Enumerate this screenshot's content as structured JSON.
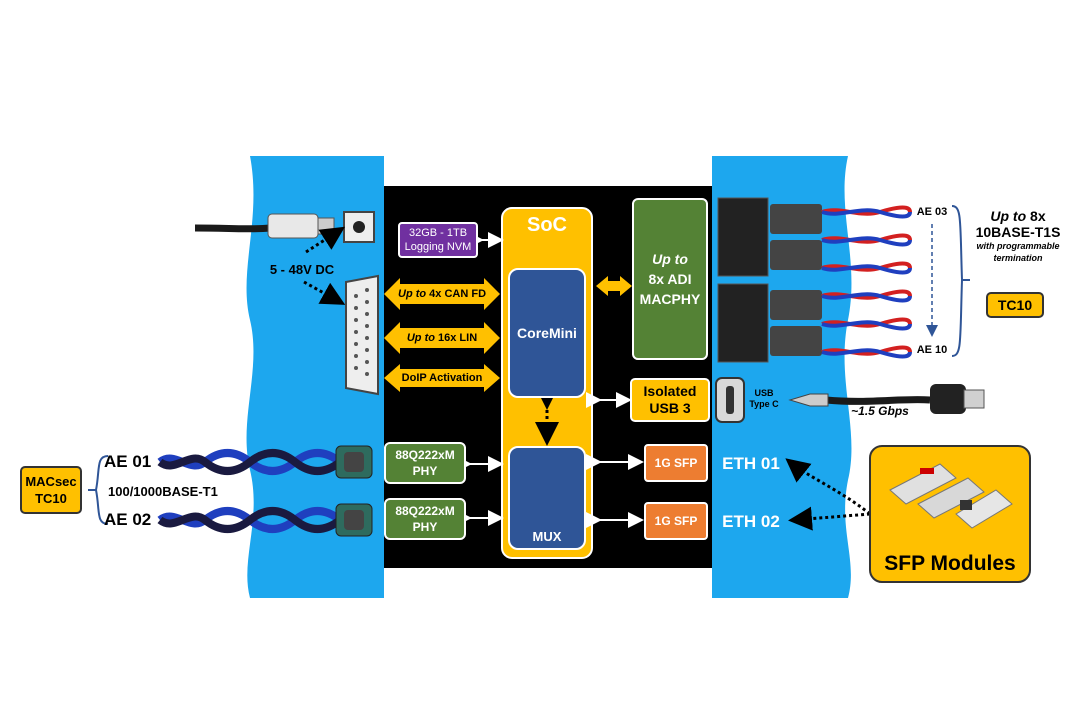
{
  "labels": {
    "power": "5 - 48V DC",
    "nvm": [
      "32GB - 1TB",
      "Logging NVM"
    ],
    "can": [
      "Up to",
      " 4x CAN FD"
    ],
    "lin": [
      "Up to",
      " 16x LIN"
    ],
    "doip": "DoIP Activation",
    "soc": "SoC",
    "coremini": "CoreMini",
    "mux": "MUX",
    "adi": [
      "Up to",
      "8x ADI",
      "MACPHY"
    ],
    "usb3": [
      "Isolated",
      "USB 3"
    ],
    "phy1": [
      "88Q222xM",
      "PHY"
    ],
    "phy2": [
      "88Q222xM",
      "PHY"
    ],
    "sfp1": "1G SFP",
    "sfp2": "1G SFP",
    "eth1": "ETH 01",
    "eth2": "ETH 02",
    "usbc": [
      "USB",
      "Type C"
    ],
    "gbps": "~1.5 Gbps",
    "ae01": "AE 01",
    "ae02": "AE 02",
    "base_t1": "100/1000BASE-T1",
    "macsec": [
      "MACsec",
      "TC10"
    ],
    "ae03": "AE 03",
    "ae10": "AE 10",
    "t1s": [
      "Up to",
      " 8x",
      "10BASE-T1S",
      "with programmable",
      "termination"
    ],
    "tc10": "TC10",
    "sfp_modules": "SFP Modules"
  },
  "colors": {
    "enclosure": "#1da7ee",
    "core": "#000000",
    "soc": "#ffc000",
    "block_blue": "#2f5597",
    "block_green": "#548235",
    "block_purple": "#7030a0",
    "block_orange": "#ed7d31",
    "cable_blue": "#1f3fbf",
    "wire_red": "#d32020"
  }
}
